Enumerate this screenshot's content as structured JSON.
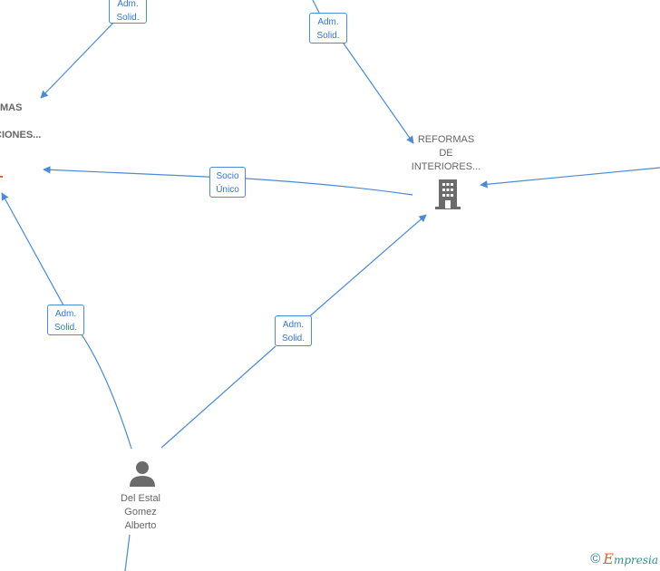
{
  "nodes": {
    "company_left": {
      "line1": "MAS",
      "line2": "CIONES..."
    },
    "company_reformas": {
      "line1": "REFORMAS",
      "line2": "DE",
      "line3": "INTERIORES...",
      "icon": "building-icon"
    },
    "person_del_estal": {
      "line1": "Del Estal",
      "line2": "Gomez",
      "line3": "Alberto",
      "icon": "person-icon"
    }
  },
  "edges": {
    "top_left": {
      "line1": "Adm.",
      "line2": "Solid."
    },
    "top_center": {
      "line1": "Adm.",
      "line2": "Solid."
    },
    "socio_unico": {
      "line1": "Socio",
      "line2": "Único"
    },
    "person_to_left": {
      "line1": "Adm.",
      "line2": "Solid."
    },
    "person_to_reformas": {
      "line1": "Adm.",
      "line2": "Solid."
    }
  },
  "watermark": {
    "symbol": "©",
    "brand_initial": "E",
    "brand_rest": "mpresia"
  },
  "colors": {
    "edge": "#4a8ad6",
    "node_text": "#666666",
    "icon": "#6b6b6b",
    "accent": "#e8632a"
  }
}
